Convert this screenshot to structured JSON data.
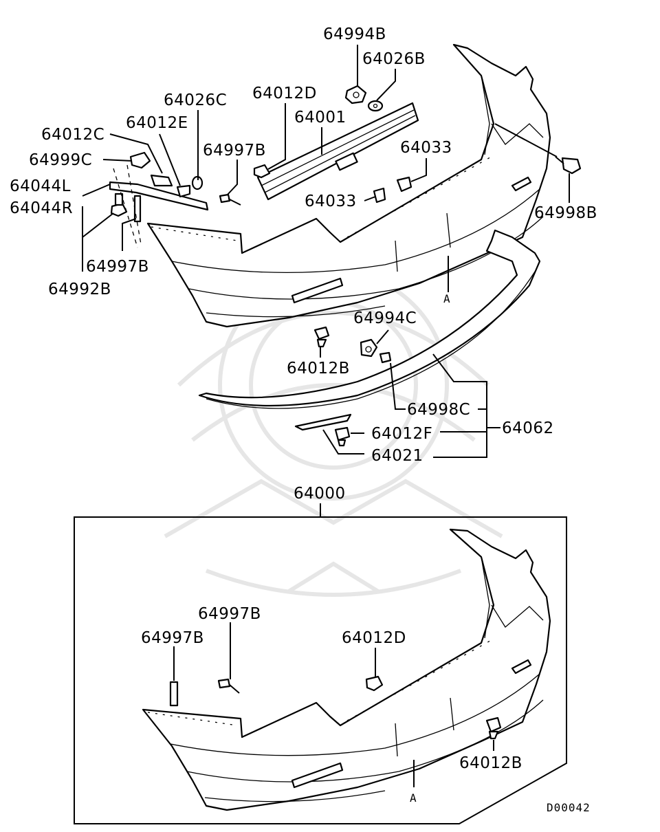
{
  "diagram": {
    "labels": {
      "p64994B": "64994B",
      "p64026B": "64026B",
      "p64026C": "64026C",
      "p64012D_top": "64012D",
      "p64001": "64001",
      "p64012C": "64012C",
      "p64012E": "64012E",
      "p64999C": "64999C",
      "p64997B_top": "64997B",
      "p64033_right": "64033",
      "p64044L": "64044L",
      "p64044R": "64044R",
      "p64033_left": "64033",
      "p64998B": "64998B",
      "p64997B_mid": "64997B",
      "p64992B": "64992B",
      "A_top": "A",
      "p64994C": "64994C",
      "p64012B_top": "64012B",
      "p64998C": "64998C",
      "p64062": "64062",
      "p64012F": "64012F",
      "p64021": "64021",
      "p64000": "64000",
      "p64997B_box_mid": "64997B",
      "p64997B_box_left": "64997B",
      "p64012D_box": "64012D",
      "p64012B_box": "64012B",
      "A_box": "A",
      "code": "D00042"
    }
  }
}
